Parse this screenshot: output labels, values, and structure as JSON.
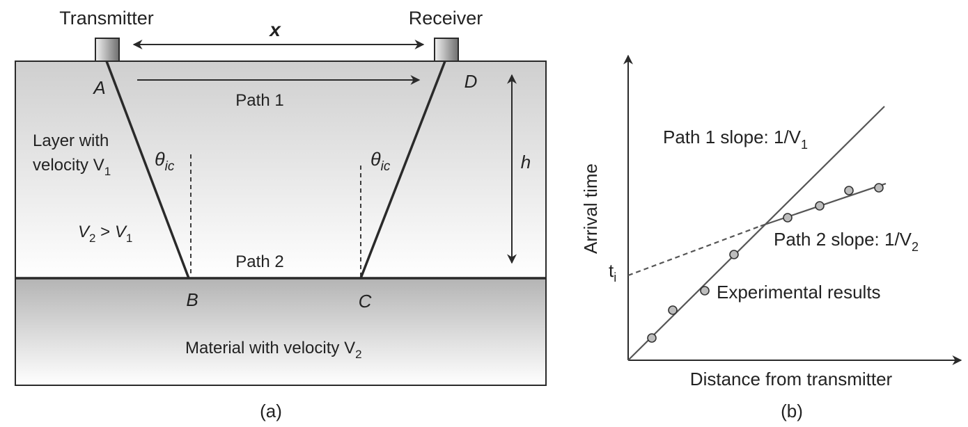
{
  "panel_a": {
    "transmitter_label": "Transmitter",
    "receiver_label": "Receiver",
    "distance_label": "x",
    "point_a": "A",
    "point_b": "B",
    "point_c": "C",
    "point_d": "D",
    "path1_label": "Path 1",
    "path2_label": "Path 2",
    "layer_label_line1": "Layer with",
    "layer_label_line2_text": "velocity V",
    "layer_label_line2_sub": "1",
    "velocity_relation": {
      "v2": "V",
      "v2_sub": "2",
      "op": " > ",
      "v1": "V",
      "v1_sub": "1"
    },
    "angle_left": {
      "symbol": "θ",
      "sub": "ic"
    },
    "angle_right": {
      "symbol": "θ",
      "sub": "ic"
    },
    "depth_label": "h",
    "material_label_text": "Material with velocity V",
    "material_label_sub": "2",
    "caption": "(a)"
  },
  "panel_b": {
    "ylabel": "Arrival time",
    "xlabel": "Distance from transmitter",
    "intercept_label": "t",
    "intercept_sub": "i",
    "path1_slope_text": "Path 1 slope: 1/V",
    "path1_slope_sub": "1",
    "path2_slope_text": "Path 2 slope: 1/V",
    "path2_slope_sub": "2",
    "experimental_label": "Experimental results",
    "caption": "(b)"
  },
  "colors": {
    "line": "#2a2a2a",
    "upper_layer_top": "#cfcfcf",
    "lower_layer_top": "#b4b4b4"
  }
}
